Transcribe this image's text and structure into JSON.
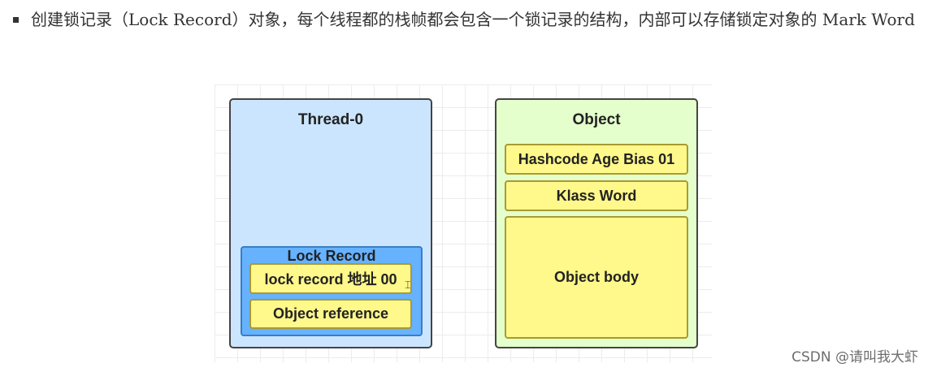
{
  "bullet": {
    "text_part1": "创建锁记录（",
    "text_latin1": "Lock Record",
    "text_part2": "）对象，每个线程都的栈帧都会包含一个锁记录的结构，内部可以存储锁定对象的 ",
    "text_latin2": "Mark Word"
  },
  "diagram": {
    "thread": {
      "title": "Thread-0",
      "lock_record": {
        "title": "Lock Record",
        "field_lock": "lock  record 地址 00",
        "field_ref": "Object reference"
      }
    },
    "object": {
      "title": "Object",
      "field_hash": "Hashcode Age Bias 01",
      "field_klass": "Klass Word",
      "field_body": "Object body"
    },
    "colors": {
      "thread_fill": "#cce5ff",
      "object_fill": "#e5ffcc",
      "lock_record_fill": "#66b2ff",
      "field_fill": "#fff88a"
    }
  },
  "watermark": "CSDN @请叫我大虾"
}
